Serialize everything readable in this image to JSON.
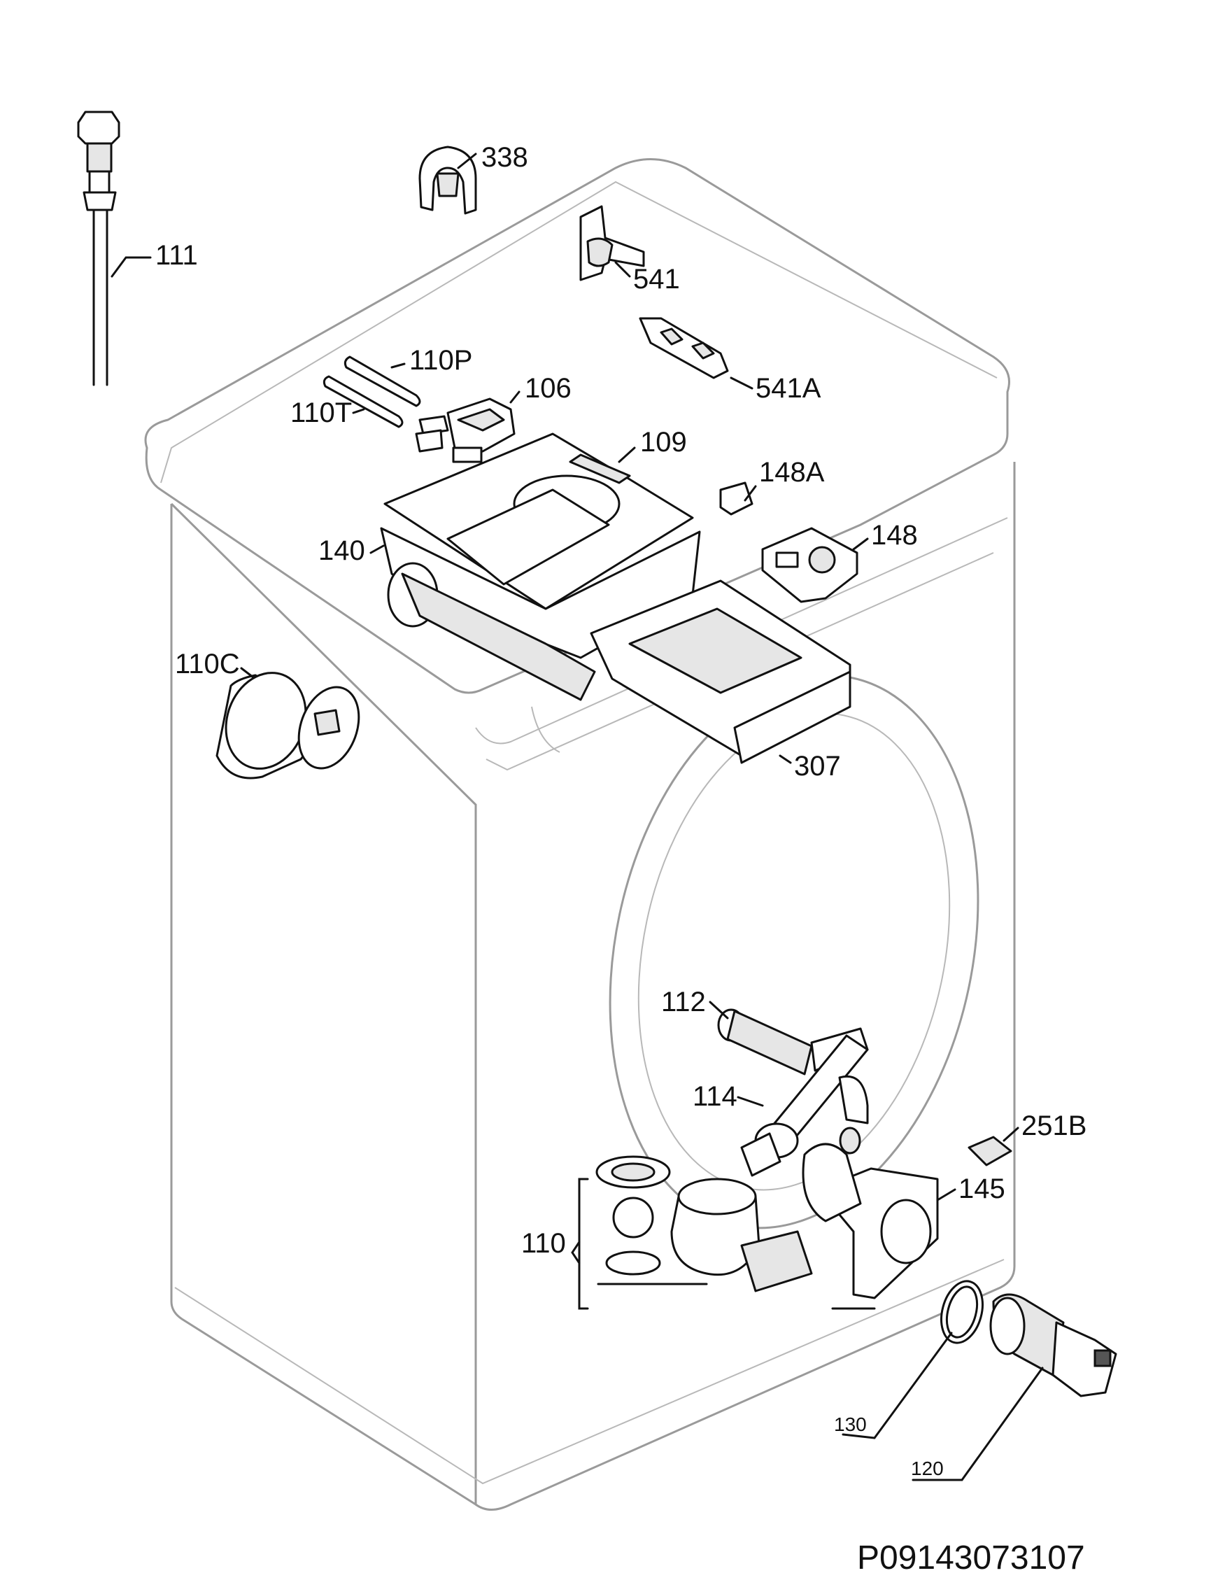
{
  "diagram": {
    "drawing_code": "P09143073107",
    "callouts": {
      "c338": "338",
      "c111": "111",
      "c541": "541",
      "c110P": "110P",
      "c541A": "541A",
      "c110T": "110T",
      "c106": "106",
      "c109": "109",
      "c148A": "148A",
      "c140": "140",
      "c148": "148",
      "c110C": "110C",
      "c307": "307",
      "c112": "112",
      "c114": "114",
      "c251B": "251B",
      "c145": "145",
      "c110": "110",
      "c130": "130",
      "c120": "120"
    }
  }
}
